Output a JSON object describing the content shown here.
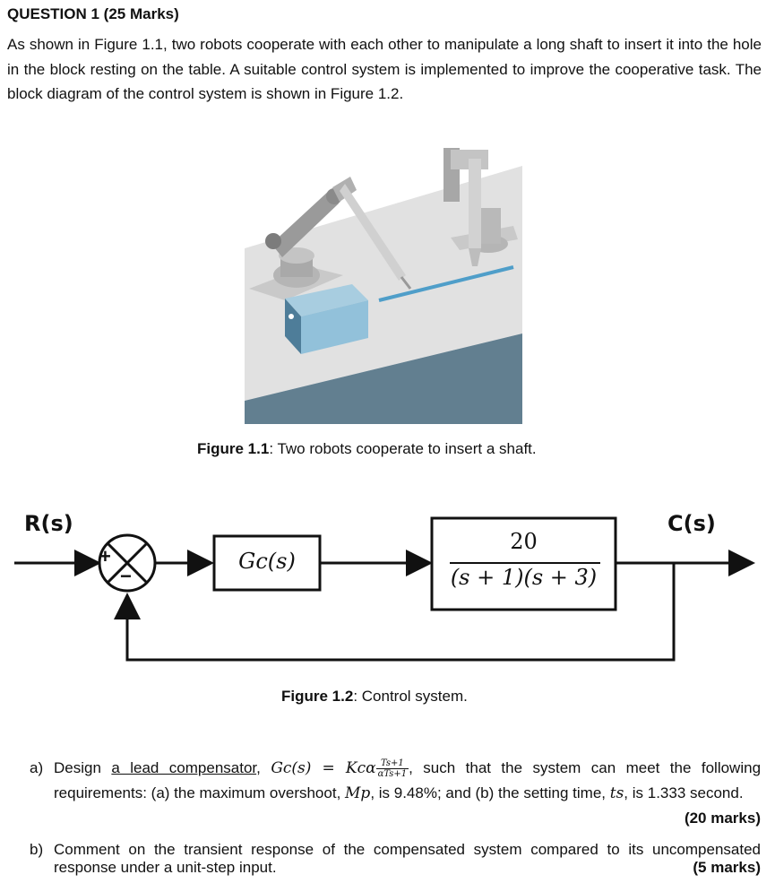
{
  "heading": "QUESTION 1 (25 Marks)",
  "intro": "As shown in Figure 1.1, two robots cooperate with each other to manipulate a long shaft to insert it into the hole in the block resting on the table.  A suitable control system is implemented to improve the cooperative task.  The block diagram of the control system is shown in Figure 1.2.",
  "figure1": {
    "label": "Figure 1.1",
    "caption": ": Two robots cooperate to insert a shaft."
  },
  "figure2": {
    "label": "Figure 1.2",
    "caption": ": Control system.",
    "input": "R(s)",
    "output": "C(s)",
    "controller": "Gc(s)",
    "plant_num": "20",
    "plant_den": "(s + 1)(s + 3)",
    "sum_plus": "+",
    "sum_minus": "−"
  },
  "qa": {
    "prefix": "a)",
    "t1": "Design ",
    "t2": "a lead compensator",
    "t3": ", ",
    "gc": "Gc(s) = Kcα",
    "num": "Ts+1",
    "den": "αTs+1",
    "t4": ", such that the system can meet the following requirements: (a) the maximum overshoot, ",
    "mp": "Mp",
    "t5": ", is 9.48%; and (b) the setting time, ",
    "ts": "ts",
    "t6": ", is 1.333 second.",
    "marks": "(20 marks)"
  },
  "qb": {
    "prefix": "b)",
    "text": "Comment on the transient response of the compensated system compared to its uncompensated response under a unit-step input.",
    "marks": "(5 marks)"
  }
}
